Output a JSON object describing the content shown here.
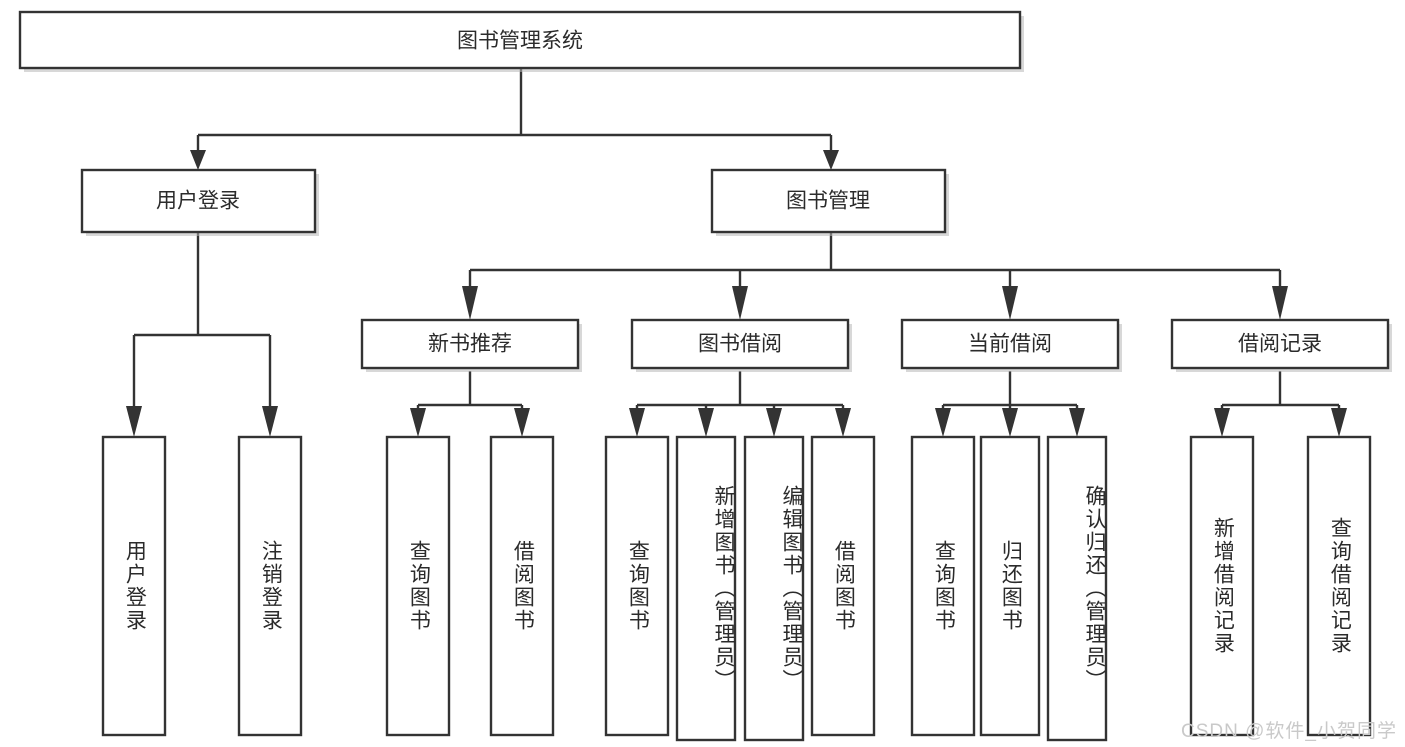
{
  "diagram": {
    "type": "tree-hierarchy",
    "title": "图书管理系统",
    "orientation": "top-down",
    "colors": {
      "box_fill": "#ffffff",
      "box_stroke": "#333333",
      "text": "#2b2b2b",
      "watermark": "#c9c9c9",
      "background": "#ffffff"
    },
    "root": {
      "label": "图书管理系统"
    },
    "level2": [
      {
        "label": "用户登录"
      },
      {
        "label": "图书管理"
      }
    ],
    "level3": [
      {
        "label": "新书推荐"
      },
      {
        "label": "图书借阅"
      },
      {
        "label": "当前借阅"
      },
      {
        "label": "借阅记录"
      }
    ],
    "leaves": {
      "user_login": [
        {
          "label": "用户登录"
        },
        {
          "label": "注销登录"
        }
      ],
      "new_book_recommend": [
        {
          "label": "查询图书"
        },
        {
          "label": "借阅图书"
        }
      ],
      "book_borrow": [
        {
          "label": "查询图书"
        },
        {
          "label": "新增图书（管理员）"
        },
        {
          "label": "编辑图书（管理员）"
        },
        {
          "label": "借阅图书"
        }
      ],
      "current_borrow": [
        {
          "label": "查询图书"
        },
        {
          "label": "归还图书"
        },
        {
          "label": "确认归还（管理员）"
        }
      ],
      "borrow_record": [
        {
          "label": "新增借阅记录"
        },
        {
          "label": "查询借阅记录"
        }
      ]
    }
  },
  "watermark": {
    "text": "CSDN @软件_小贺同学"
  }
}
